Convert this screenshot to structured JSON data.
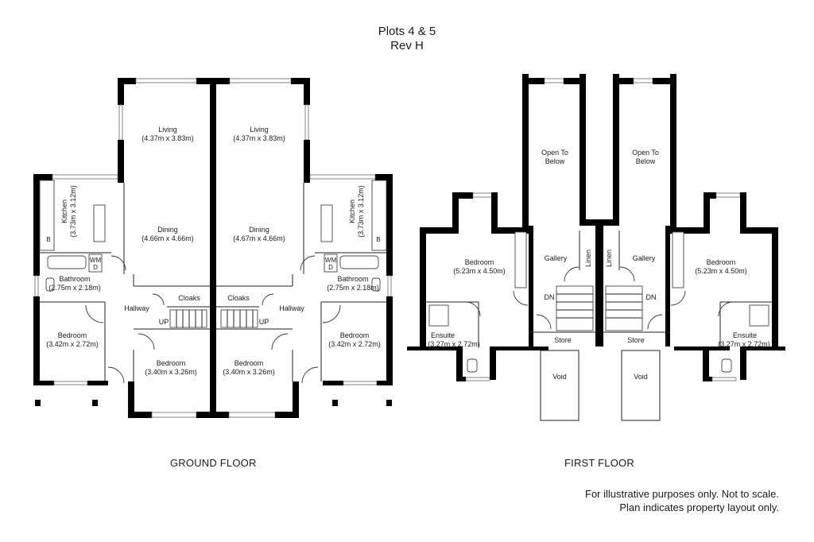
{
  "header": {
    "title": "Plots 4 & 5",
    "revision": "Rev H"
  },
  "floors": {
    "ground": "GROUND FLOOR",
    "first": "FIRST FLOOR"
  },
  "disclaimer": {
    "line1": "For illustrative purposes only. Not to scale.",
    "line2": "Plan indicates property layout only."
  },
  "ground_rooms": {
    "living_left": {
      "name": "Living",
      "dims": "(4.37m x 3.83m)"
    },
    "living_right": {
      "name": "Living",
      "dims": "(4.37m x 3.83m)"
    },
    "dining_left": {
      "name": "Dining",
      "dims": "(4.66m x 4.66m)"
    },
    "dining_right": {
      "name": "Dining",
      "dims": "(4.67m x 4.66m)"
    },
    "kitchen_left": {
      "name": "Kitchen",
      "dims": "(3.73m x 3.12m)"
    },
    "kitchen_right": {
      "name": "Kitchen",
      "dims": "(3.73m x 3.12m)"
    },
    "bathroom_left": {
      "name": "Bathroom",
      "dims": "(2.75m x 2.18m)"
    },
    "bathroom_right": {
      "name": "Bathroom",
      "dims": "(2.75m x 2.18m)"
    },
    "hallway_left": "Hallway",
    "hallway_right": "Hallway",
    "cloaks_left": "Cloaks",
    "cloaks_right": "Cloaks",
    "up_left": "UP",
    "up_right": "UP",
    "bedroom_side_left": {
      "name": "Bedroom",
      "dims": "(3.42m x 2.72m)"
    },
    "bedroom_side_right": {
      "name": "Bedroom",
      "dims": "(3.42m x 2.72m)"
    },
    "bedroom_front_left": {
      "name": "Bedroom",
      "dims": "(3.40m x 3.26m)"
    },
    "bedroom_front_right": {
      "name": "Bedroom",
      "dims": "(3.40m x 3.26m)"
    },
    "wm": "WM",
    "d": "D",
    "b": "B"
  },
  "first_rooms": {
    "open_left": {
      "line1": "Open To",
      "line2": "Below"
    },
    "open_right": {
      "line1": "Open To",
      "line2": "Below"
    },
    "bedroom_left": {
      "name": "Bedroom",
      "dims": "(5.23m x 4.50m)"
    },
    "bedroom_right": {
      "name": "Bedroom",
      "dims": "(5.23m x 4.50m)"
    },
    "gallery_left": "Gallery",
    "gallery_right": "Gallery",
    "linen_left": "Linen",
    "linen_right": "Linen",
    "dn_left": "DN",
    "dn_right": "DN",
    "ensuite_left": {
      "name": "Ensuite",
      "dims": "(3.27m x 2.72m)"
    },
    "ensuite_right": {
      "name": "Ensuite",
      "dims": "(3.27m x 2.72m)"
    },
    "store_left": "Store",
    "store_right": "Store",
    "void_left": "Void",
    "void_right": "Void"
  }
}
